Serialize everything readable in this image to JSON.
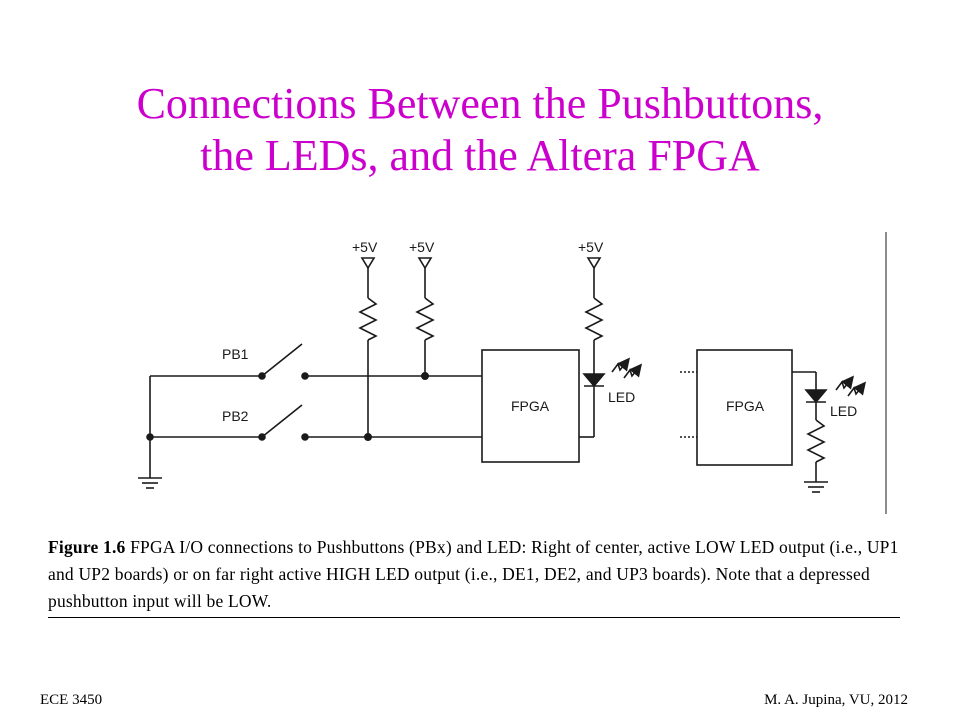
{
  "slide": {
    "title_line1": "Connections Between the Pushbuttons,",
    "title_line2": "the LEDs, and the Altera FPGA",
    "title_color": "#cc00cc"
  },
  "diagram": {
    "supply_labels": [
      "+5V",
      "+5V",
      "+5V"
    ],
    "switch_labels": [
      "PB1",
      "PB2"
    ],
    "fpga_labels": [
      "FPGA",
      "FPGA"
    ],
    "led_labels": [
      "LED",
      "LED"
    ]
  },
  "caption": {
    "figure_label": "Figure 1.6",
    "text": "FPGA I/O connections to Pushbuttons (PBx) and LED: Right of center, active LOW LED output (i.e., UP1 and UP2 boards) or on far right active HIGH LED output (i.e., DE1, DE2, and UP3 boards). Note that a depressed pushbutton input will be LOW."
  },
  "footer": {
    "course": "ECE 3450",
    "author": "M. A. Jupina, VU, 2012"
  }
}
